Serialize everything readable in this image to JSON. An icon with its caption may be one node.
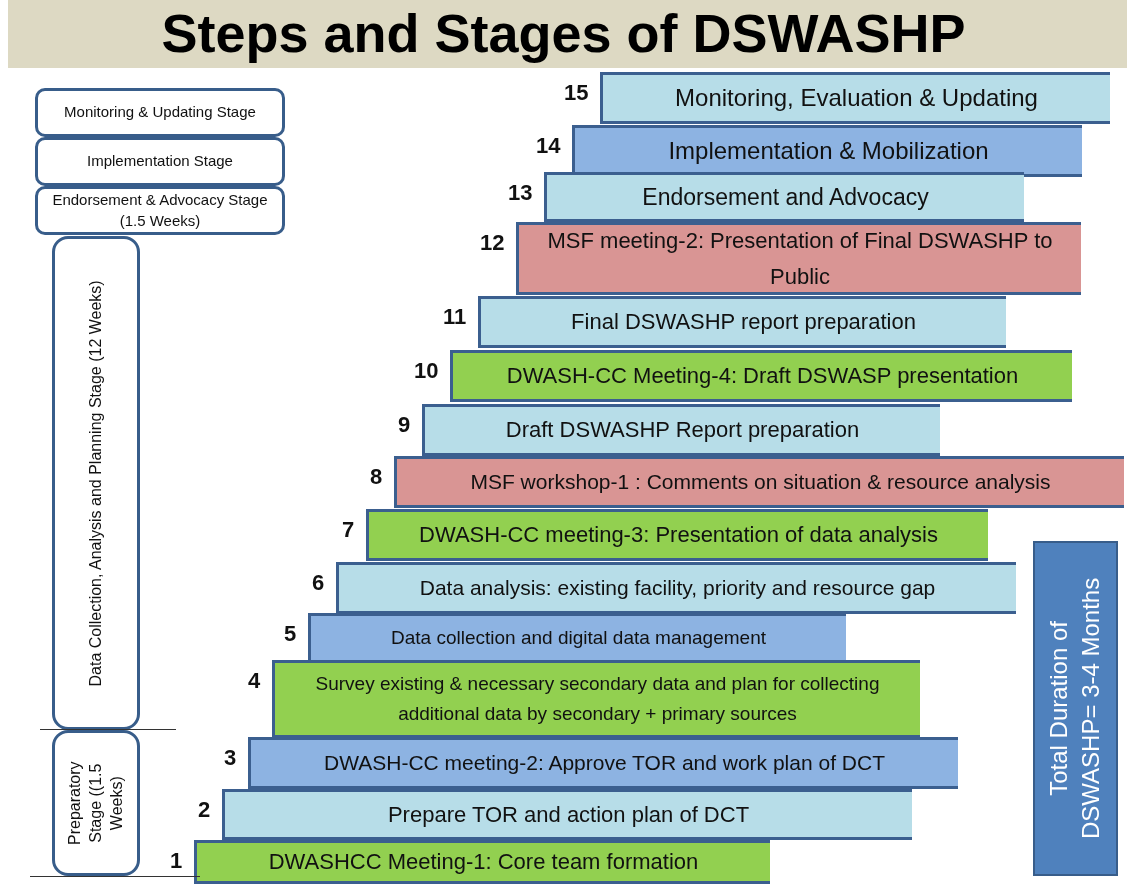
{
  "diagram": {
    "title": "Steps and Stages of DSWASHP",
    "nodes": [
      {
        "text": [
          "Monitoring & Updating Stage"
        ]
      },
      {
        "text": [
          "Implementation Stage"
        ]
      },
      {
        "text": [
          "Endorsement & Advocacy Stage  (1.5 Weeks)"
        ]
      },
      {
        "text": [
          "Data Collection, Analysis and Planning Stage (12 Weeks)"
        ]
      },
      {
        "text": [
          "Preparatory Stage ((1.5 Weeks)"
        ]
      },
      {
        "text": [
          "Monitoring, Evaluation & Updating"
        ],
        "beside": [
          "15"
        ]
      },
      {
        "text": [
          "Implementation & Mobilization"
        ],
        "beside": [
          "14"
        ]
      },
      {
        "text": [
          "Endorsement and Advocacy"
        ],
        "beside": [
          "13"
        ]
      },
      {
        "text": [
          "MSF meeting-2: Presentation of Final DSWASHP to Public"
        ],
        "beside": [
          "12"
        ]
      },
      {
        "text": [
          "Final DSWASHP report preparation"
        ],
        "beside": [
          "11"
        ]
      },
      {
        "text": [
          "DWASH-CC Meeting-4: Draft DSWASP presentation"
        ],
        "beside": [
          "10"
        ]
      },
      {
        "text": [
          "Draft DSWASHP Report preparation"
        ],
        "beside": [
          "9"
        ]
      },
      {
        "text": [
          "MSF workshop-1 : Comments on  situation & resource analysis"
        ],
        "beside": [
          "8"
        ]
      },
      {
        "text": [
          "DWASH-CC meeting-3: Presentation of data analysis"
        ],
        "beside": [
          "7"
        ]
      },
      {
        "text": [
          "Data analysis: existing facility, priority and resource gap"
        ],
        "beside": [
          "6"
        ]
      },
      {
        "text": [
          "Data collection and digital data management"
        ],
        "beside": [
          "5"
        ]
      },
      {
        "text": [
          "Survey existing & necessary secondary data  and plan for collecting additional data by secondary + primary sources"
        ],
        "beside": [
          "4"
        ]
      },
      {
        "text": [
          "DWASH-CC meeting-2: Approve TOR and work plan of DCT"
        ],
        "beside": [
          "3"
        ]
      },
      {
        "text": [
          "Prepare TOR and action plan of DCT"
        ],
        "beside": [
          "2"
        ]
      },
      {
        "text": [
          "DWASHCC Meeting-1: Core team formation"
        ],
        "beside": [
          "1"
        ]
      },
      {
        "text": [
          "Total Duration of DSWASHP= 3-4 Months"
        ]
      }
    ],
    "edges": []
  }
}
